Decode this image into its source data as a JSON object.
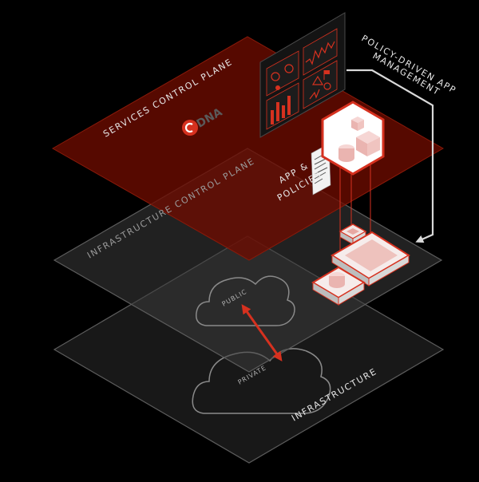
{
  "layers": {
    "services": "SERVICES  CONTROL  PLANE",
    "infra_control": "INFRASTRUCTURE  CONTROL  PLANE",
    "infrastructure": "INFRASTRUCTURE"
  },
  "logo": {
    "text": "DNA"
  },
  "app_policies": [
    "APP &",
    "POLICIES"
  ],
  "policy": [
    "POLICY-DRIVEN APP",
    "MANAGEMENT"
  ],
  "clouds": {
    "public": "PUBLIC",
    "private": "PRIVATE"
  },
  "colors": {
    "background": "#000000",
    "services_plane": "#5a0a00",
    "accent": "#d6311f",
    "plane_gray": "#2a2a2a",
    "plane_stroke": "#5c5c5c"
  }
}
